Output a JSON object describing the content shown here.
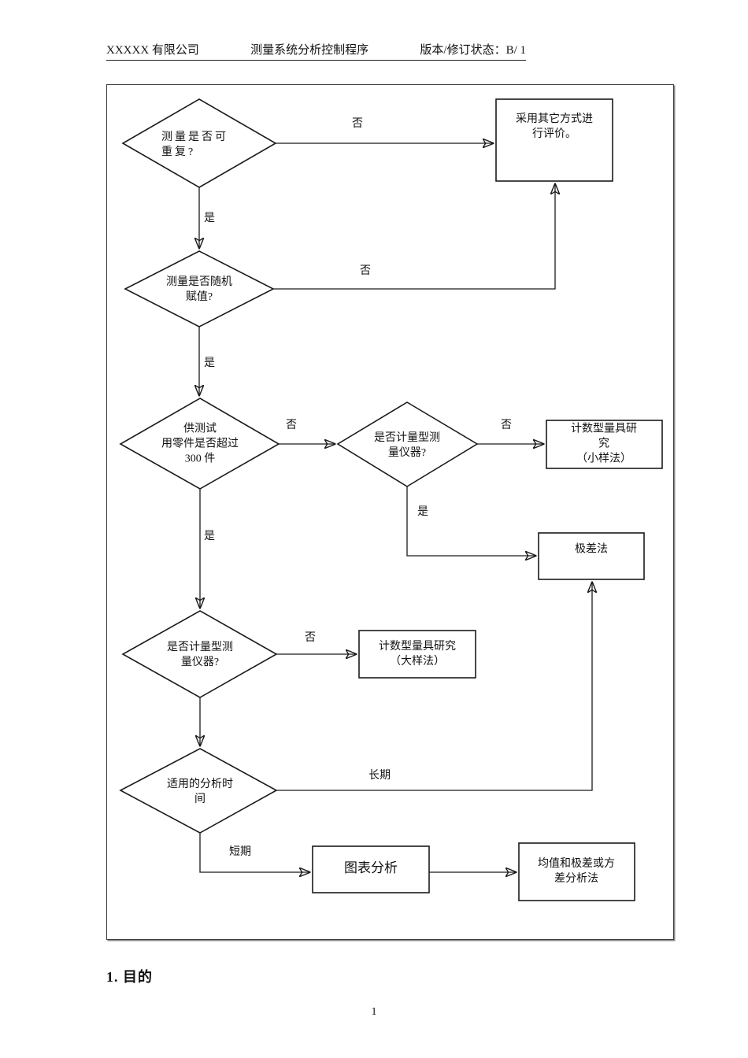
{
  "header": {
    "company": "XXXXX 有限公司",
    "doc_title": "测量系统分析控制程序",
    "version_label": "版本/修订状态：B/ 1"
  },
  "flowchart": {
    "decisions": {
      "d1": "测量是否可\n重复?",
      "d2": "测量是否随机\n赋值?",
      "d3": "供测试\n用零件是否超过\n300 件",
      "d4": "是否计量型测\n量仪器?",
      "d5": "是否计量型测\n量仪器?",
      "d6": "适用的分析时\n间"
    },
    "processes": {
      "b1": "采用其它方式进\n行评价。",
      "b2": "计数型量具研究\n（小样法）",
      "b3": "极差法",
      "b4": "计数型量具研究\n（大样法）",
      "b5": "图表分析",
      "b6": "均值和极差或方\n差分析法"
    },
    "labels": {
      "no1": "否",
      "yes1": "是",
      "no2": "否",
      "yes2": "是",
      "no3": "否",
      "yes3": "是",
      "no4": "否",
      "yes4": "是",
      "no5": "否",
      "long_term": "长期",
      "short_term": "短期"
    }
  },
  "footer": {
    "section_heading": "1. 目的",
    "page_number": "1"
  }
}
